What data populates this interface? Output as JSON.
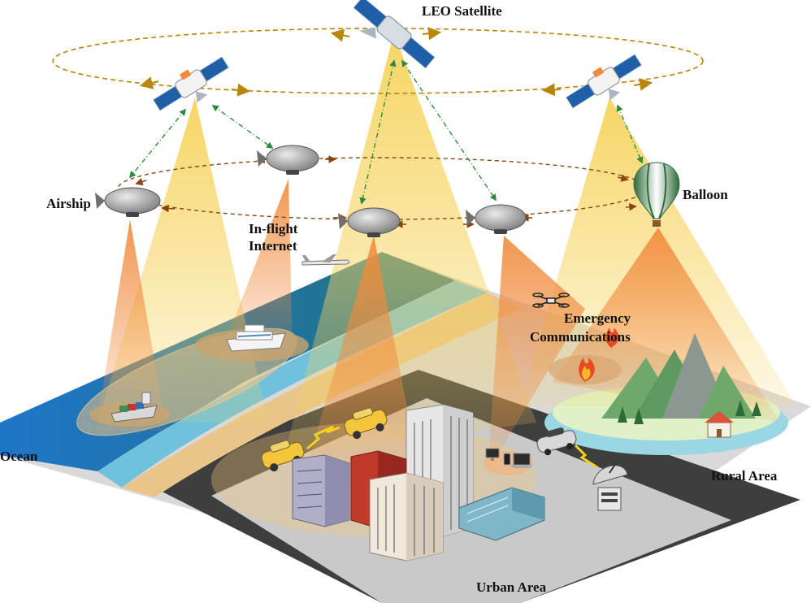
{
  "labels": {
    "leo_satellite": "LEO Satellite",
    "airship": "Airship",
    "balloon": "Balloon",
    "inflight_line1": "In-flight",
    "inflight_line2": "Internet",
    "emergency_line1": "Emergency",
    "emergency_line2": "Communications",
    "ocean": "Ocean",
    "rural_area": "Rural Area",
    "urban_area": "Urban Area"
  },
  "colors": {
    "beam_yellow": "#f6d35c",
    "beam_orange": "#f08a3c",
    "orbit_arrow": "#b8860b",
    "platform_link": "#8b4513",
    "sat_link": "#2e8b3e",
    "ocean_deep": "#1666b3",
    "ocean_teal": "#2c7f8f",
    "sand": "#e9c58a",
    "ground_gray": "#c8c8c8",
    "road_dark": "#3d3d3d"
  },
  "icons": [
    "satellite-icon",
    "airship-icon",
    "balloon-icon",
    "airplane-icon",
    "drone-icon",
    "ship-icon",
    "cruise-ship-icon",
    "car-icon",
    "building-icon",
    "house-icon",
    "mountain-icon",
    "tree-icon",
    "fire-icon",
    "laptop-icon",
    "phone-icon",
    "ground-station-dish-icon"
  ]
}
